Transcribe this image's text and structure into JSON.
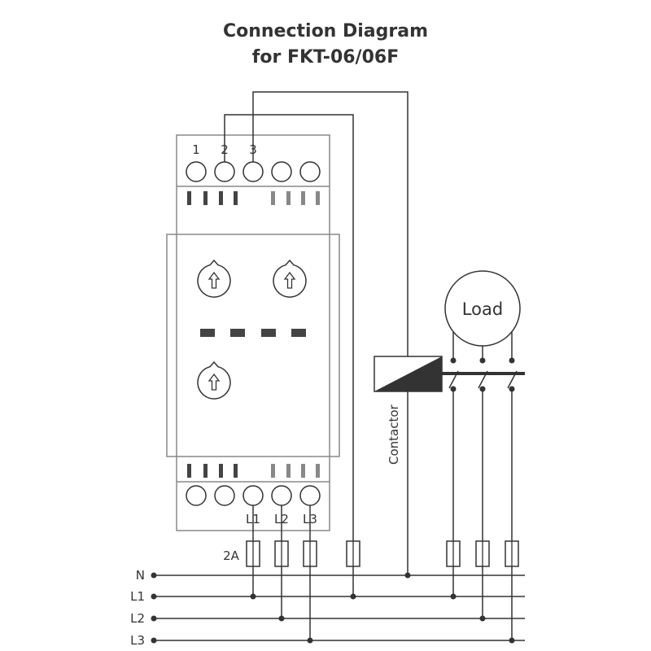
{
  "title": {
    "line1": "Connection Diagram",
    "line2": "for FKT-06/06F"
  },
  "device": {
    "top_terminal_labels": [
      "1",
      "2",
      "3"
    ],
    "bottom_terminal_labels": [
      "L1",
      "L2",
      "L3"
    ]
  },
  "fuse_rating": "2A",
  "contactor_label": "Contactor",
  "load_label": "Load",
  "lines": [
    "N",
    "L1",
    "L2",
    "L3"
  ],
  "colors": {
    "stroke": "#333333",
    "fill_dark": "#444444",
    "fill_grey": "#888888",
    "outline": "#888888"
  }
}
